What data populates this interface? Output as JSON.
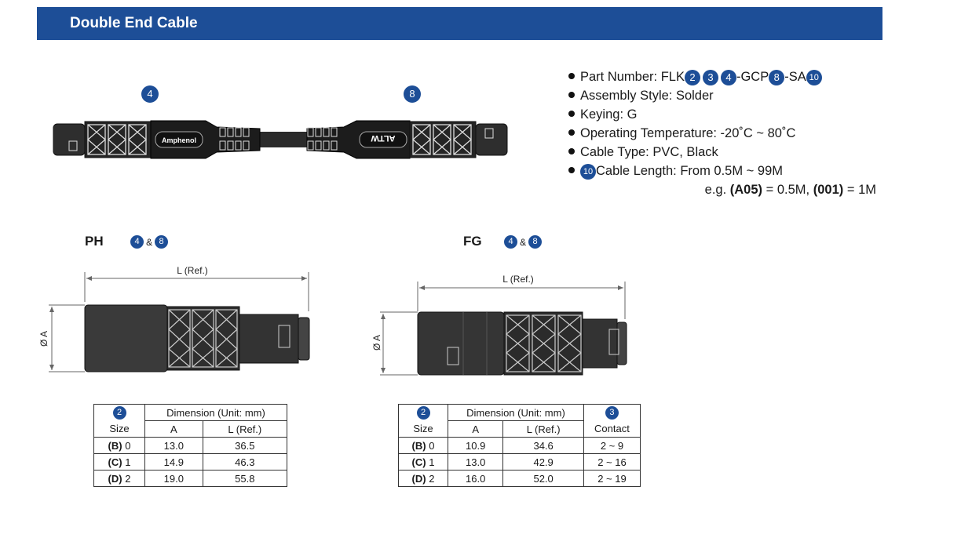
{
  "header": {
    "title": "Double End Cable"
  },
  "cable": {
    "left_badge": "4",
    "right_badge": "8",
    "left_brand": "Amphenol",
    "right_brand": "ALTW"
  },
  "specs": {
    "part_number_label": "Part Number: FLK",
    "part_badges": [
      "2",
      "3",
      "4",
      "8",
      "10"
    ],
    "part_gcp": "-GCP",
    "part_sa": "-SA",
    "assembly": "Assembly Style: Solder",
    "keying": "Keying: G",
    "temp": "Operating Temperature: -20˚C ~ 80˚C",
    "cable_type": "Cable Type: PVC, Black",
    "length_badge": "10",
    "length": "Cable Length: From 0.5M ~ 99M",
    "eg_prefix": "e.g.",
    "eg_a05": "(A05)",
    "eg_mid": "= 0.5M,",
    "eg_001": "(001)",
    "eg_end": "= 1M"
  },
  "ph": {
    "title": "PH",
    "badge_a": "4",
    "amp": "&",
    "badge_b": "8",
    "dim_length": "L (Ref.)",
    "dim_dia": "Ø A",
    "table": {
      "badge": "2",
      "head_dim": "Dimension (Unit: mm)",
      "col_size": "Size",
      "col_a": "A",
      "col_l": "L (Ref.)",
      "rows": [
        {
          "code": "(B)",
          "num": "0",
          "a": "13.0",
          "l": "36.5"
        },
        {
          "code": "(C)",
          "num": "1",
          "a": "14.9",
          "l": "46.3"
        },
        {
          "code": "(D)",
          "num": "2",
          "a": "19.0",
          "l": "55.8"
        }
      ]
    }
  },
  "fg": {
    "title": "FG",
    "badge_a": "4",
    "amp": "&",
    "badge_b": "8",
    "dim_length": "L (Ref.)",
    "dim_dia": "Ø A",
    "table": {
      "badge": "2",
      "badge_contact": "3",
      "head_dim": "Dimension (Unit: mm)",
      "col_size": "Size",
      "col_a": "A",
      "col_l": "L (Ref.)",
      "col_contact": "Contact",
      "rows": [
        {
          "code": "(B)",
          "num": "0",
          "a": "10.9",
          "l": "34.6",
          "c": "2 ~ 9"
        },
        {
          "code": "(C)",
          "num": "1",
          "a": "13.0",
          "l": "42.9",
          "c": "2 ~ 16"
        },
        {
          "code": "(D)",
          "num": "2",
          "a": "16.0",
          "l": "52.0",
          "c": "2 ~ 19"
        }
      ]
    }
  },
  "colors": {
    "brand_blue": "#1d4e97",
    "ink": "#1a1a1a"
  }
}
